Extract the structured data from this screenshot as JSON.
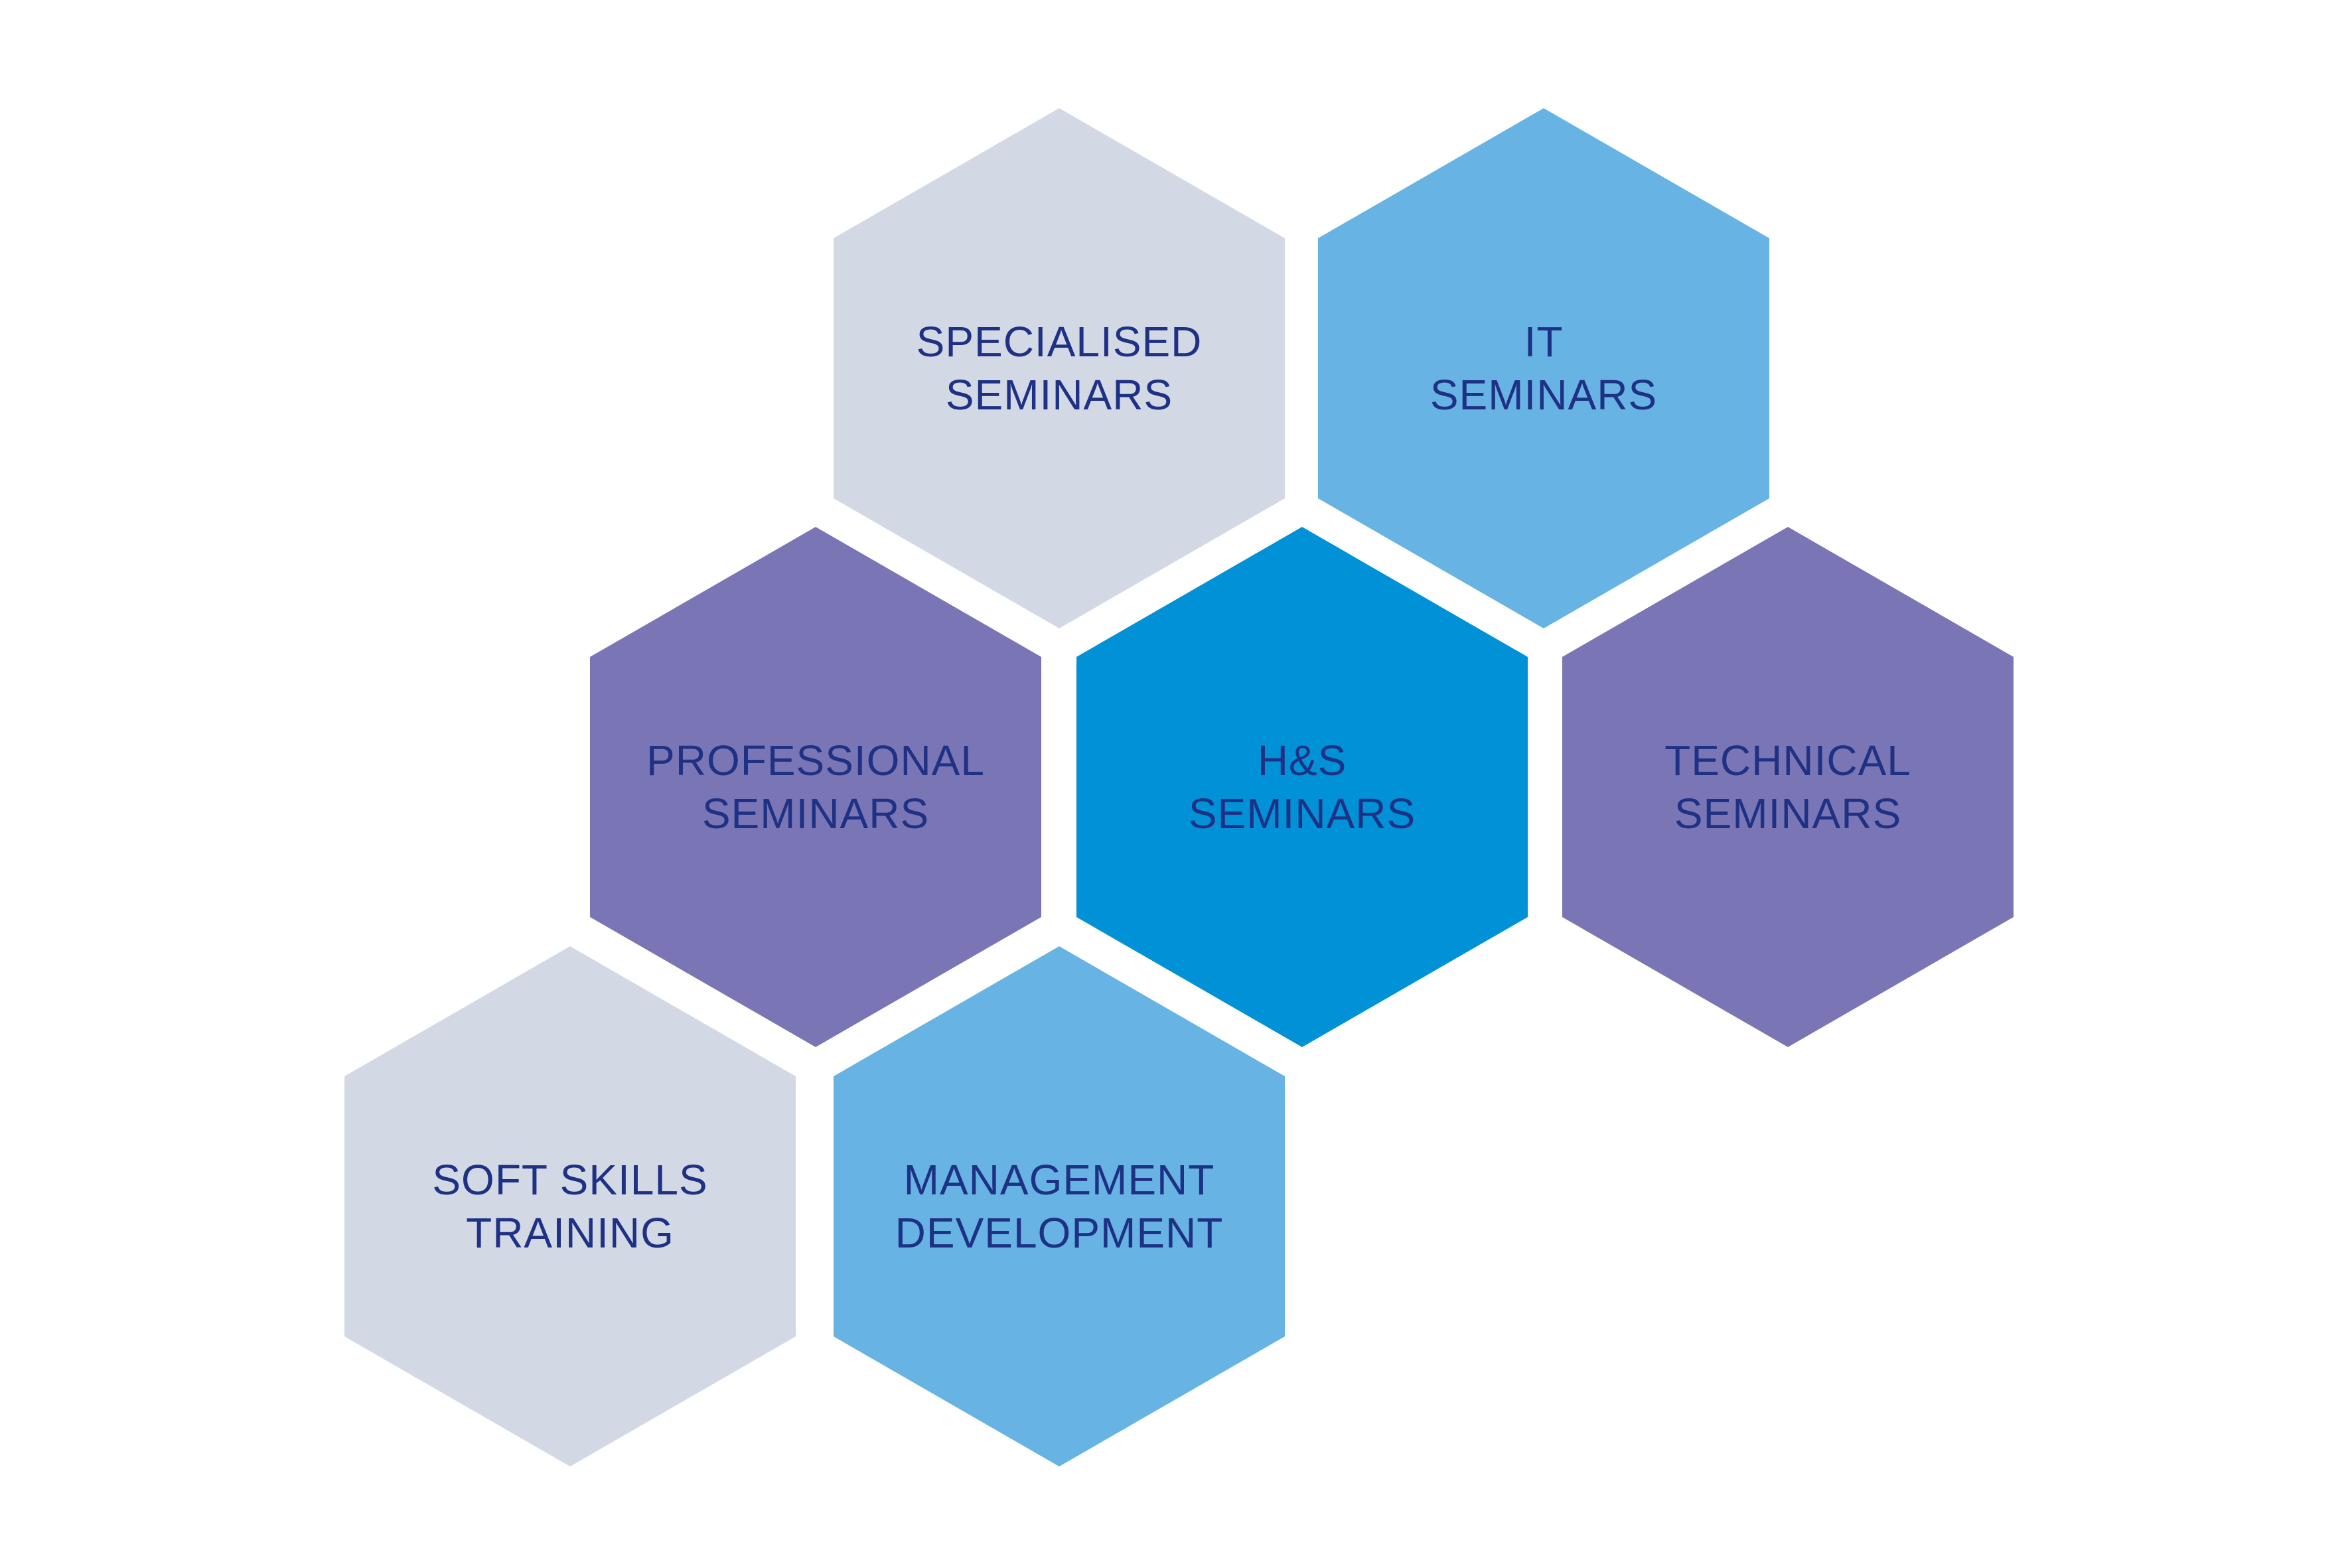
{
  "diagram": {
    "background_color": "#ffffff",
    "label_color": "#1f3184",
    "hexagons": [
      {
        "id": "specialised-seminars",
        "lines": [
          "SPECIALISED",
          "SEMINARS"
        ],
        "fill": "#d2d9e5"
      },
      {
        "id": "it-seminars",
        "lines": [
          "IT",
          "SEMINARS"
        ],
        "fill": "#66b3e4"
      },
      {
        "id": "professional-seminars",
        "lines": [
          "PROFESSIONAL",
          "SEMINARS"
        ],
        "fill": "#7a76b5"
      },
      {
        "id": "hs-seminars",
        "lines": [
          "H&S",
          "SEMINARS"
        ],
        "fill": "#0091d6"
      },
      {
        "id": "technical-seminars",
        "lines": [
          "TECHNICAL",
          "SEMINARS"
        ],
        "fill": "#7a76b5"
      },
      {
        "id": "soft-skills-training",
        "lines": [
          "SOFT SKILLS",
          "TRAINING"
        ],
        "fill": "#d2d9e5"
      },
      {
        "id": "management-development",
        "lines": [
          "MANAGEMENT",
          "DEVELOPMENT"
        ],
        "fill": "#66b3e4"
      }
    ]
  }
}
